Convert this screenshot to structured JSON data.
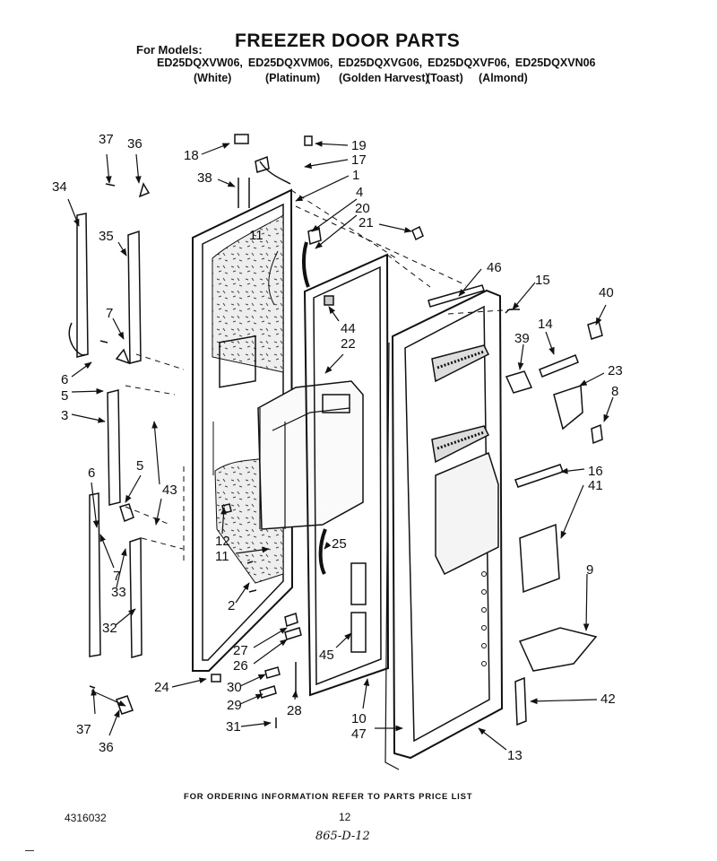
{
  "header": {
    "for_models_label": "For Models:",
    "title": "FREEZER DOOR PARTS",
    "models": [
      "ED25DQXVW06,",
      "ED25DQXVM06,",
      "ED25DQXVG06,",
      "ED25DQXVF06,",
      "ED25DQXVN06"
    ],
    "colors": [
      "(White)",
      "(Platinum)",
      "(Golden Harvest)",
      "(Toast)",
      "(Almond)"
    ]
  },
  "callouts": [
    {
      "id": "c37a",
      "text": "37"
    },
    {
      "id": "c36a",
      "text": "36"
    },
    {
      "id": "c18",
      "text": "18"
    },
    {
      "id": "c19",
      "text": "19"
    },
    {
      "id": "c17",
      "text": "17"
    },
    {
      "id": "c1",
      "text": "1"
    },
    {
      "id": "c38",
      "text": "38"
    },
    {
      "id": "c34",
      "text": "34"
    },
    {
      "id": "c4",
      "text": "4"
    },
    {
      "id": "c20",
      "text": "20"
    },
    {
      "id": "c21",
      "text": "21"
    },
    {
      "id": "c35",
      "text": "35"
    },
    {
      "id": "c11a",
      "text": "11"
    },
    {
      "id": "c46",
      "text": "46"
    },
    {
      "id": "c15",
      "text": "15"
    },
    {
      "id": "c40",
      "text": "40"
    },
    {
      "id": "c7a",
      "text": "7"
    },
    {
      "id": "c44",
      "text": "44"
    },
    {
      "id": "c14",
      "text": "14"
    },
    {
      "id": "c22",
      "text": "22"
    },
    {
      "id": "c39",
      "text": "39"
    },
    {
      "id": "c6a",
      "text": "6"
    },
    {
      "id": "c23",
      "text": "23"
    },
    {
      "id": "c5a",
      "text": "5"
    },
    {
      "id": "c8",
      "text": "8"
    },
    {
      "id": "c3",
      "text": "3"
    },
    {
      "id": "c16",
      "text": "16"
    },
    {
      "id": "c41",
      "text": "41"
    },
    {
      "id": "c6b",
      "text": "6"
    },
    {
      "id": "c5b",
      "text": "5"
    },
    {
      "id": "c43",
      "text": "43"
    },
    {
      "id": "c12",
      "text": "12"
    },
    {
      "id": "c25",
      "text": "25"
    },
    {
      "id": "c11b",
      "text": "11"
    },
    {
      "id": "c7b",
      "text": "7"
    },
    {
      "id": "c33",
      "text": "33"
    },
    {
      "id": "c9",
      "text": "9"
    },
    {
      "id": "c2",
      "text": "2"
    },
    {
      "id": "c32",
      "text": "32"
    },
    {
      "id": "c27",
      "text": "27"
    },
    {
      "id": "c45",
      "text": "45"
    },
    {
      "id": "c26",
      "text": "26"
    },
    {
      "id": "c24",
      "text": "24"
    },
    {
      "id": "c30",
      "text": "30"
    },
    {
      "id": "c42",
      "text": "42"
    },
    {
      "id": "c29",
      "text": "29"
    },
    {
      "id": "c28",
      "text": "28"
    },
    {
      "id": "c10",
      "text": "10"
    },
    {
      "id": "c37b",
      "text": "37"
    },
    {
      "id": "c31",
      "text": "31"
    },
    {
      "id": "c47",
      "text": "47"
    },
    {
      "id": "c36b",
      "text": "36"
    },
    {
      "id": "c13",
      "text": "13"
    }
  ],
  "footer": {
    "ordering_note": "FOR ORDERING INFORMATION REFER TO PARTS PRICE LIST",
    "doc_number": "4316032",
    "page_number": "12",
    "handwritten": "865-D-12"
  }
}
